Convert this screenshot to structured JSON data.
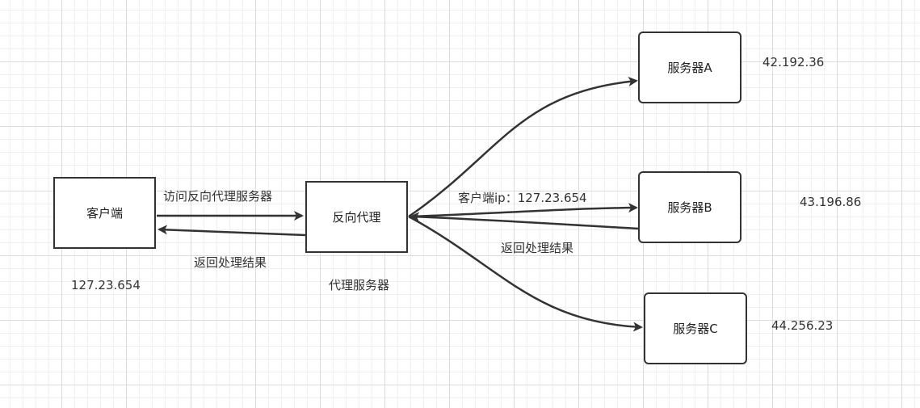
{
  "nodes": {
    "client": "客户端",
    "proxy": "反向代理",
    "server_a": "服务器A",
    "server_b": "服务器B",
    "server_c": "服务器C"
  },
  "labels": {
    "client_ip": "127.23.654",
    "proxy_caption": "代理服务器",
    "request": "访问反向代理服务器",
    "response_to_client": "返回处理结果",
    "forward_to_b": "客户端ip：127.23.654",
    "response_from_servers": "返回处理结果",
    "server_a_ip": "42.192.36",
    "server_b_ip": "43.196.86",
    "server_c_ip": "44.256.23"
  },
  "colors": {
    "line": "#333333",
    "grid": "#dcdcdc"
  }
}
